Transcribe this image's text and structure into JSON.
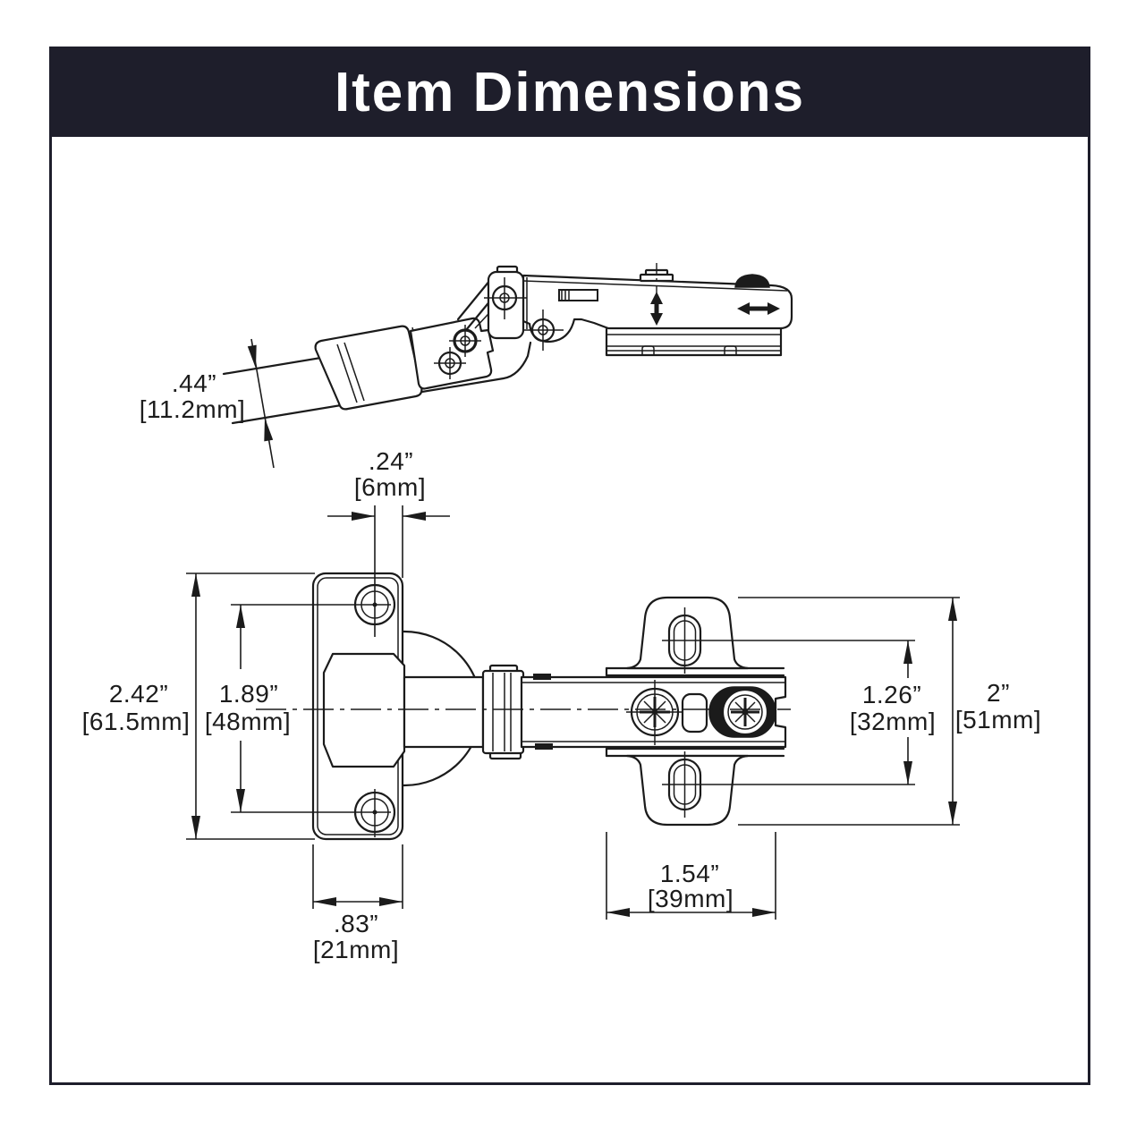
{
  "header": {
    "title": "Item Dimensions"
  },
  "theme": {
    "header_bg": "#1e1e2b",
    "frame_border": "#1e1e2b",
    "line_color": "#1b1b1b",
    "text_color": "#1c1c1c",
    "background": "#ffffff"
  },
  "diagram": {
    "type": "hinge-dimension-drawing",
    "views": [
      "side-profile-view",
      "front-plan-view"
    ],
    "dims": {
      "arm_thickness": {
        "in": ".44”",
        "mm": "[11.2mm]"
      },
      "edge_distance": {
        "in": ".24”",
        "mm": "[6mm]"
      },
      "plate_height": {
        "in": "2.42”",
        "mm": "[61.5mm]"
      },
      "screw_spacing": {
        "in": "1.89”",
        "mm": "[48mm]"
      },
      "mount_hole_spacing": {
        "in": "1.26”",
        "mm": "[32mm]"
      },
      "mount_plate_height": {
        "in": "2”",
        "mm": "[51mm]"
      },
      "mount_plate_width": {
        "in": "1.54”",
        "mm": "[39mm]"
      },
      "cup_plate_width": {
        "in": ".83”",
        "mm": "[21mm]"
      }
    }
  }
}
